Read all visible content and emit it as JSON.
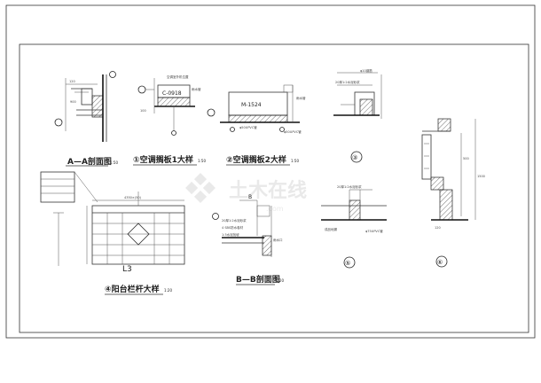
{
  "sheet": {
    "title_texts": {
      "aa": "A—A剖面图",
      "aa_scale": "1:50",
      "ac1": "①空调搁板1大样",
      "ac1_scale": "1:50",
      "ac2": "②空调搁板2大样",
      "ac2_scale": "1:50",
      "rail": "④阳台栏杆大样",
      "rail_scale": "1:20",
      "bb": "B—B剖面图",
      "bb_scale": "1:20"
    },
    "detail_marks": {
      "d3": "③",
      "d5": "⑤",
      "d6": "⑥"
    },
    "labels": {
      "c0918": "C-0918",
      "m1524": "M-1524",
      "l3": "L3",
      "b_mark": "B"
    },
    "watermark": "土木在线",
    "colors": {
      "line": "#333333",
      "watermark": "#d8d8d8",
      "background": "#ffffff"
    }
  }
}
